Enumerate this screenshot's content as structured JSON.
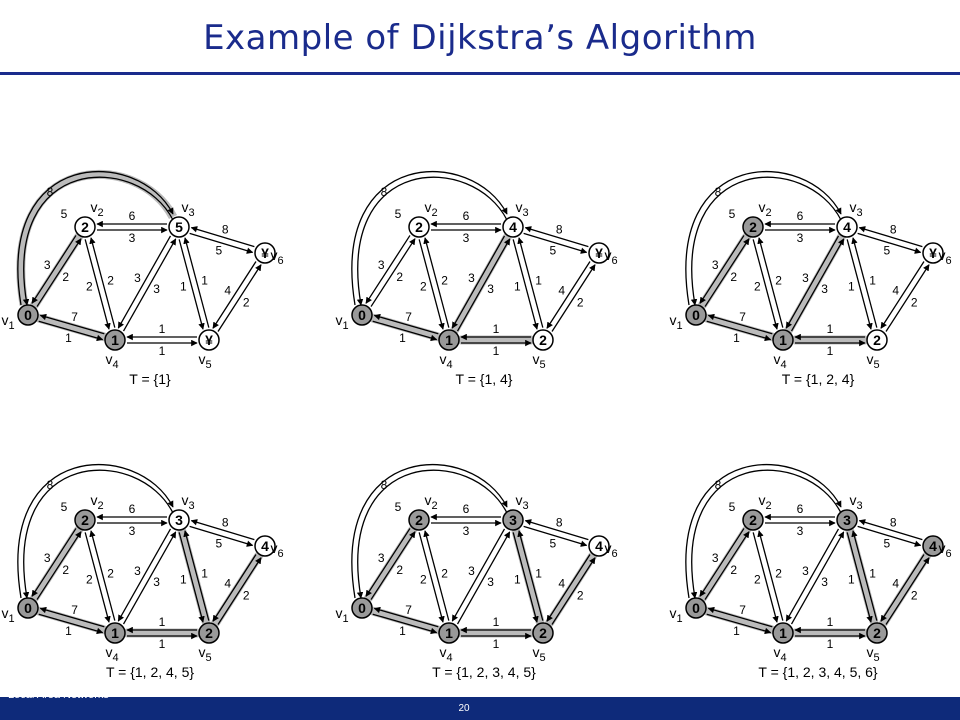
{
  "title": "Example of Dijkstra’s Algorithm",
  "footer": {
    "left": "Local Area Networks",
    "page": "20"
  },
  "graph": {
    "nodes": [
      "v1",
      "v2",
      "v3",
      "v4",
      "v5",
      "v6"
    ],
    "edges": [
      {
        "id": "v1v2",
        "from": "v1",
        "to": "v2",
        "label_forward": "2",
        "label_backward": "3"
      },
      {
        "id": "v1v3",
        "from": "v1",
        "to": "v3",
        "label_forward": "8",
        "label_backward": "5"
      },
      {
        "id": "v1v4",
        "from": "v1",
        "to": "v4",
        "label_forward": "1",
        "label_backward": "7"
      },
      {
        "id": "v2v3",
        "from": "v2",
        "to": "v3",
        "label_forward": "3",
        "label_backward": "6"
      },
      {
        "id": "v2v4",
        "from": "v2",
        "to": "v4",
        "label_forward": "2",
        "label_backward": "2"
      },
      {
        "id": "v3v4",
        "from": "v3",
        "to": "v4",
        "label_forward": "3",
        "label_backward": "3"
      },
      {
        "id": "v3v5",
        "from": "v3",
        "to": "v5",
        "label_forward": "1",
        "label_backward": "1"
      },
      {
        "id": "v3v6",
        "from": "v3",
        "to": "v6",
        "label_forward": "5",
        "label_backward": "8"
      },
      {
        "id": "v4v5",
        "from": "v4",
        "to": "v5",
        "label_forward": "1",
        "label_backward": "1"
      },
      {
        "id": "v5v6",
        "from": "v5",
        "to": "v6",
        "label_forward": "2",
        "label_backward": "4"
      }
    ]
  },
  "steps": [
    {
      "caption": "T = {1}",
      "distances": {
        "v1": "0",
        "v2": "2",
        "v3": "5",
        "v4": "1",
        "v5": "¥",
        "v6": "¥"
      },
      "in_tree": [
        "v1",
        "v4"
      ],
      "tree_edges": [
        "v1v4",
        "v1v2",
        "v1v3"
      ]
    },
    {
      "caption": "T = {1, 4}",
      "distances": {
        "v1": "0",
        "v2": "2",
        "v3": "4",
        "v4": "1",
        "v5": "2",
        "v6": "¥"
      },
      "in_tree": [
        "v1",
        "v4"
      ],
      "tree_edges": [
        "v1v4",
        "v3v4",
        "v4v5"
      ]
    },
    {
      "caption": "T = {1, 2, 4}",
      "distances": {
        "v1": "0",
        "v2": "2",
        "v3": "4",
        "v4": "1",
        "v5": "2",
        "v6": "¥"
      },
      "in_tree": [
        "v1",
        "v2",
        "v4"
      ],
      "tree_edges": [
        "v1v2",
        "v1v4",
        "v3v4",
        "v4v5"
      ]
    },
    {
      "caption": "T = {1, 2, 4, 5}",
      "distances": {
        "v1": "0",
        "v2": "2",
        "v3": "3",
        "v4": "1",
        "v5": "2",
        "v6": "4"
      },
      "in_tree": [
        "v1",
        "v2",
        "v4",
        "v5"
      ],
      "tree_edges": [
        "v1v2",
        "v1v4",
        "v4v5",
        "v3v5",
        "v5v6"
      ]
    },
    {
      "caption": "T = {1, 2, 3, 4, 5}",
      "distances": {
        "v1": "0",
        "v2": "2",
        "v3": "3",
        "v4": "1",
        "v5": "2",
        "v6": "4"
      },
      "in_tree": [
        "v1",
        "v2",
        "v3",
        "v4",
        "v5"
      ],
      "tree_edges": [
        "v1v2",
        "v1v4",
        "v4v5",
        "v3v5",
        "v5v6"
      ]
    },
    {
      "caption": "T = {1, 2, 3, 4, 5, 6}",
      "distances": {
        "v1": "0",
        "v2": "2",
        "v3": "3",
        "v4": "1",
        "v5": "2",
        "v6": "4"
      },
      "in_tree": [
        "v1",
        "v2",
        "v3",
        "v4",
        "v5",
        "v6"
      ],
      "tree_edges": [
        "v1v2",
        "v1v4",
        "v4v5",
        "v3v5",
        "v5v6"
      ]
    }
  ],
  "colors": {
    "title": "#1a2b8c",
    "footer": "#0e2a7a",
    "visited_node": "#999999",
    "tree_edge": "#bbbbbb"
  }
}
